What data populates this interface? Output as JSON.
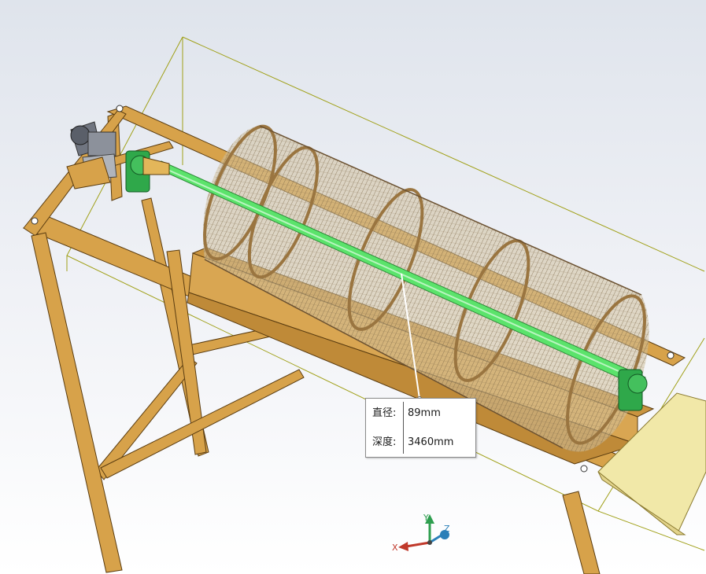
{
  "measurement_tooltip": {
    "diameter_label": "直径:",
    "diameter_value": "89mm",
    "depth_label": "深度:",
    "depth_value": "3460mm"
  },
  "triad": {
    "x_label": "X",
    "y_label": "Y",
    "z_label": "Z",
    "x_color": "#c0392b",
    "y_color": "#2e9e4f",
    "z_color": "#2a7fb8"
  },
  "colors": {
    "frame": "#d7a24a",
    "frame_edge": "#5a3c10",
    "shaft": "#5be36b",
    "bearing": "#2fa84a",
    "bounding_box": "#a0a018",
    "background_top": "#dfe4ec"
  }
}
